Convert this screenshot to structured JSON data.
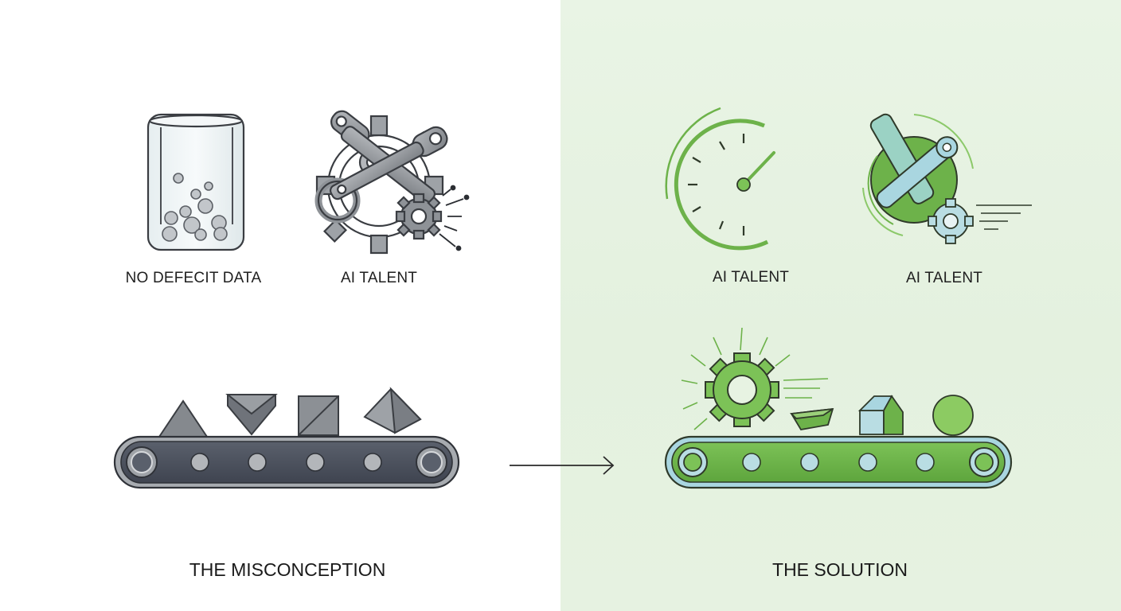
{
  "misconception": {
    "labels": {
      "no_defect_data": "NO DEFECIT DATA",
      "ai_talent": "AI TALENT"
    },
    "caption": "THE MISCONCEPTION"
  },
  "solution": {
    "labels": {
      "ai_talent_gauge": "AI TALENT",
      "ai_talent_tools": "AI TALENT"
    },
    "caption": "THE SOLUTION"
  },
  "icons": {
    "left": [
      "empty-jar-icon",
      "wrench-gears-icon",
      "conveyor-belt-icon"
    ],
    "right": [
      "speed-gauge-icon",
      "wrench-gear-badge-icon",
      "glowing-gear-icon",
      "conveyor-belt-icon"
    ],
    "connector": "arrow-right-icon"
  },
  "colors": {
    "background_left": "#ffffff",
    "background_right": "#e7f3e2",
    "accent_green": "#6db24a",
    "belt_dark": "#4a4f5c",
    "shape_gray": "#8c8f94",
    "light_blue": "#b9dde3"
  }
}
